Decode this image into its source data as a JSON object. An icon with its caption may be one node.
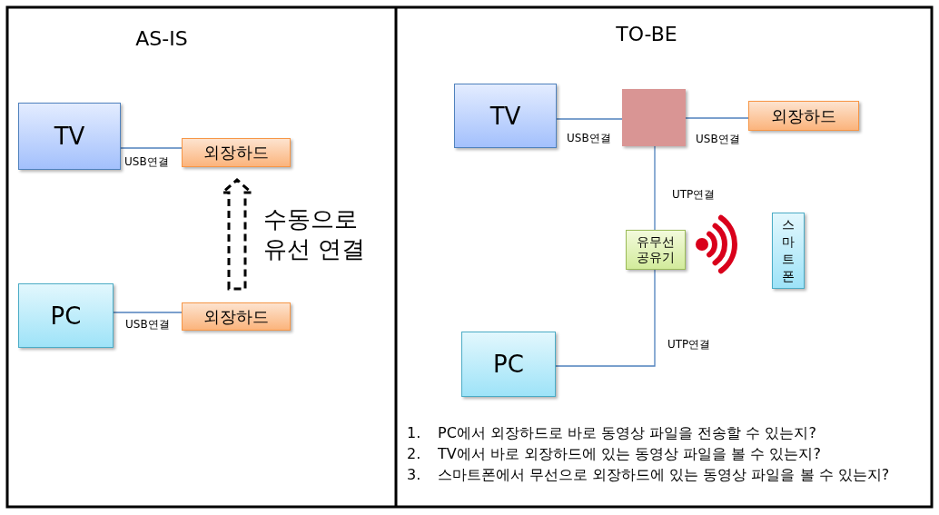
{
  "diagram": {
    "nodes": [
      {
        "text": [
          "TV"
        ]
      },
      {
        "text": [
          "외장하드"
        ]
      },
      {
        "text": [
          "PC"
        ]
      },
      {
        "text": [
          "외장하드"
        ]
      },
      {
        "text": [
          "TV"
        ]
      },
      {
        "text": [],
        "shape": "box"
      },
      {
        "text": [
          "외장하드"
        ]
      },
      {
        "text": [
          "유무선 공유기"
        ]
      },
      {
        "text": [
          "스마트폰"
        ]
      },
      {
        "text": [
          "PC"
        ]
      }
    ],
    "edges": [
      {
        "from": 0,
        "to": 1,
        "arrow": "none",
        "label": "USB연결"
      },
      {
        "from": 2,
        "to": 3,
        "arrow": "none",
        "label": "USB연결"
      },
      {
        "from": 3,
        "to": 1,
        "arrow": "to",
        "style": "dashed",
        "label": "수동으로 유선 연결"
      },
      {
        "from": 4,
        "to": 5,
        "arrow": "none",
        "label": "USB연결"
      },
      {
        "from": 5,
        "to": 6,
        "arrow": "none",
        "label": "USB연결"
      },
      {
        "from": 5,
        "to": 7,
        "arrow": "none",
        "label": "UTP연결"
      },
      {
        "from": 9,
        "to": 7,
        "arrow": "none",
        "label": "UTP연결"
      }
    ],
    "labels": [
      "AS-IS",
      "TO-BE",
      "1.",
      "PC에서 외장하드로 바로 동영상 파일을 전송할 수 있는지?",
      "2.",
      "TV에서 바로 외장하드에 있는 동영상 파일을 볼 수 있는지?",
      "3.",
      "스마트폰에서 무선으로 외장하드에 있는 동영상 파일을 볼 수 있는지?"
    ]
  }
}
